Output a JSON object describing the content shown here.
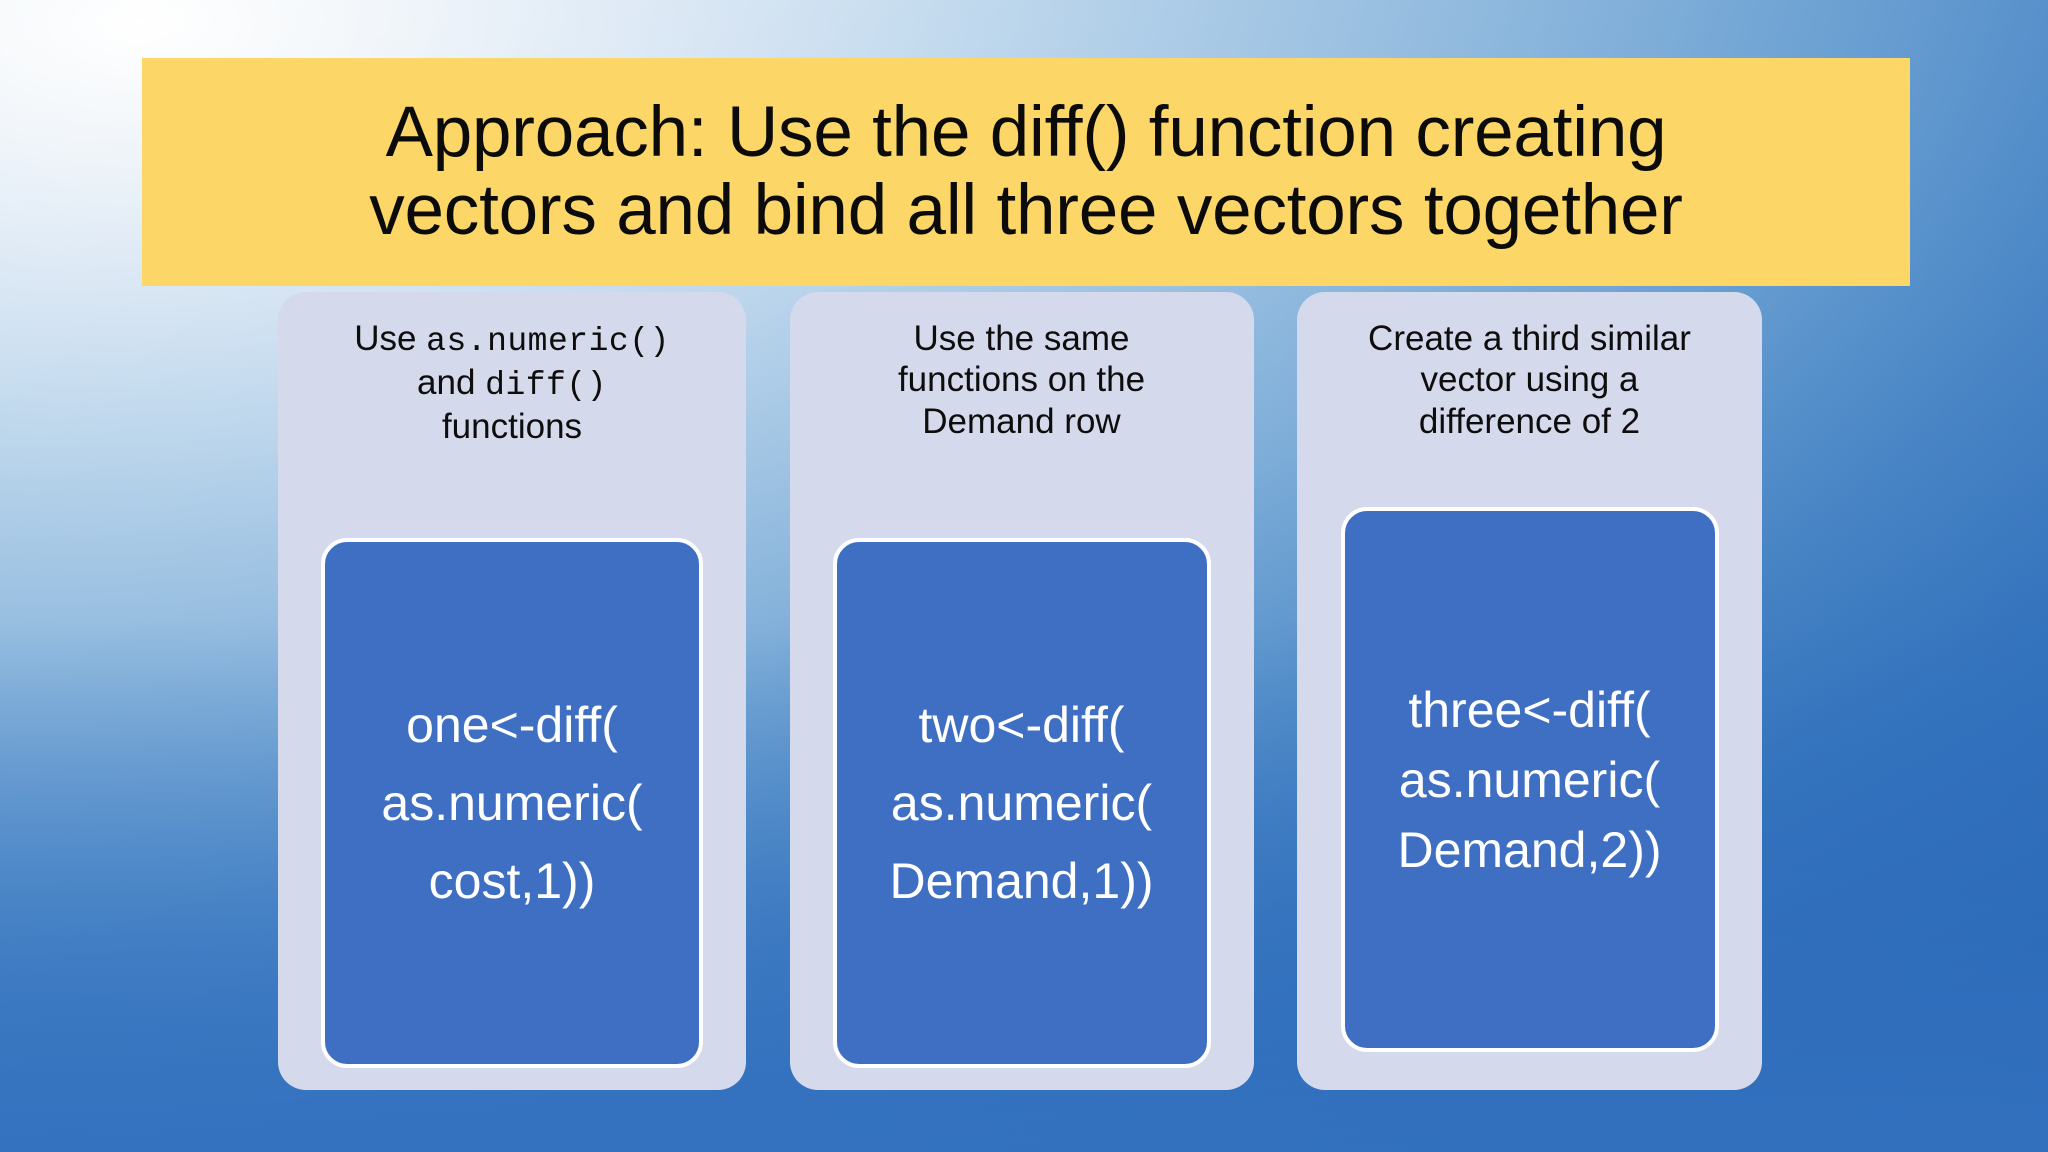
{
  "slide": {
    "title_line_1": "Approach: Use the diff() function creating",
    "title_line_2": "vectors and bind all three vectors together",
    "banner_color": "#FCD667",
    "card_color": "#D5D9EC",
    "code_box_color": "#3F6FC3",
    "background_accent": "#2F70C0"
  },
  "cards": [
    {
      "head_part_1": "Use ",
      "head_mono_1": "as.numeric()",
      "head_part_2": "and ",
      "head_mono_2": "diff()",
      "head_part_3": "functions",
      "code_lines": [
        "one<-diff(",
        "as.numeric(",
        "cost,1))"
      ]
    },
    {
      "head_line_1": "Use the same",
      "head_line_2": "functions on the",
      "head_line_3": "Demand row",
      "code_lines": [
        "two<-diff(",
        "as.numeric(",
        "Demand,1))"
      ]
    },
    {
      "head_line_1": "Create a third similar",
      "head_line_2": "vector using a",
      "head_line_3": "difference of 2",
      "code_lines": [
        "three<-diff(",
        "as.numeric(",
        "Demand,2))"
      ]
    }
  ]
}
